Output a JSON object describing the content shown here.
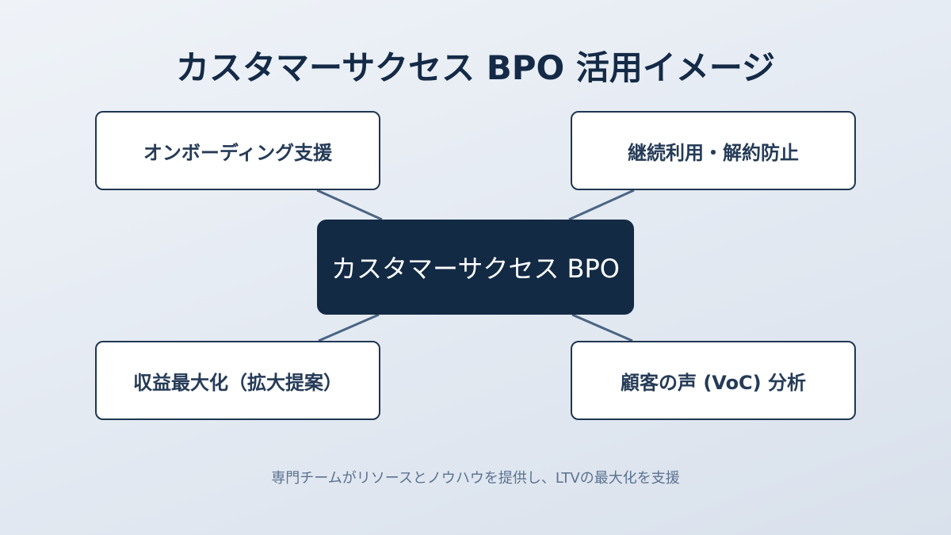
{
  "title": "カスタマーサクセス BPO 活用イメージ",
  "center": {
    "label": "カスタマーサクセス BPO"
  },
  "nodes": [
    {
      "id": "top-left",
      "label": "オンボーディング支援"
    },
    {
      "id": "top-right",
      "label": "継続利用・解約防止"
    },
    {
      "id": "bottom-left",
      "label": "収益最大化（拡大提案）"
    },
    {
      "id": "bottom-right",
      "label": "顧客の声 (VoC) 分析"
    }
  ],
  "footer": "専門チームがリソースとノウハウを提供し、LTVの最大化を支援",
  "colors": {
    "background_start": "#eff3f8",
    "background_end": "#d9e1ec",
    "center_fill": "#132a45",
    "node_border": "#1f3652",
    "connector": "#4a6583",
    "title": "#142a47",
    "footer_text": "#5b7290"
  }
}
